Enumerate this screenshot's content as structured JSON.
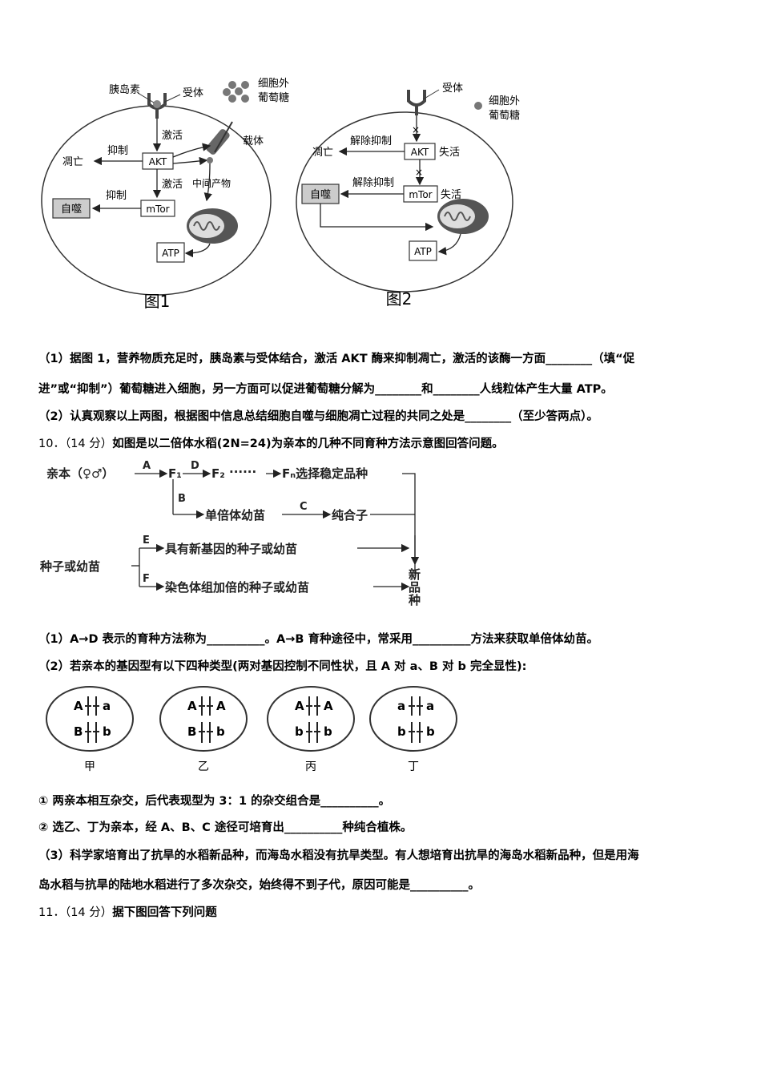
{
  "fig1": {
    "caption": "图1",
    "insulin": "胰岛素",
    "receptor": "受体",
    "extracellular_glucose": "细胞外葡萄糖",
    "carrier": "载体",
    "activate1": "激活",
    "activate2": "激活",
    "inhibit1": "抑制",
    "inhibit2": "抑制",
    "apoptosis": "凋亡",
    "akt": "AKT",
    "mtor": "mTor",
    "autophagy": "自噬",
    "intermediate": "中间产物",
    "atp": "ATP"
  },
  "fig2": {
    "caption": "图2",
    "receptor": "受体",
    "extracellular_glucose": "细胞外葡萄糖",
    "release1": "解除抑制",
    "release2": "解除抑制",
    "inactive1": "失活",
    "inactive2": "失活",
    "apoptosis": "凋亡",
    "akt": "AKT",
    "mtor": "mTor",
    "autophagy": "自噬",
    "atp": "ATP"
  },
  "q9": {
    "p1_line1": "（1）据图 1，营养物质充足时，胰岛素与受体结合，激活 AKT 酶来抑制凋亡，激活的该酶一方面________（填“促",
    "p1_line2": "进”或“抑制”）葡萄糖进入细胞，另一方面可以促进葡萄糖分解为________和________人线粒体产生大量 ATP。",
    "p2": "（2）认真观察以上两图，根据图中信息总结细胞自噬与细胞凋亡过程的共同之处是________（至少答两点）。"
  },
  "q10": {
    "number": "10．（14 分）",
    "title": "如图是以二倍体水稻(2N=24)为亲本的几种不同育种方法示意图回答问题。",
    "diagram": {
      "parent": "亲本（♀♂）",
      "A": "A",
      "B": "B",
      "C": "C",
      "D": "D",
      "E": "E",
      "F": "F",
      "f1": "F₁",
      "f2": "F₂",
      "dots": "······",
      "fn_select": "Fₙ选择稳定品种",
      "haploid": "单倍体幼苗",
      "pure": "纯合子",
      "seed": "种子或幼苗",
      "new_gene": "具有新基因的种子或幼苗",
      "doubled": "染色体组加倍的种子或幼苗",
      "new_variety": [
        "新",
        "品",
        "种"
      ]
    },
    "p1": "（1）A→D 表示的育种方法称为__________。A→B 育种途径中，常采用__________方法来获取单倍体幼苗。",
    "p2": "（2）若亲本的基因型有以下四种类型(两对基因控制不同性状，且 A 对 a、B 对 b 完全显性):",
    "cells": [
      {
        "name": "甲",
        "top": [
          "A",
          "a"
        ],
        "bottom": [
          "B",
          "b"
        ]
      },
      {
        "name": "乙",
        "top": [
          "A",
          "A"
        ],
        "bottom": [
          "B",
          "b"
        ]
      },
      {
        "name": "丙",
        "top": [
          "A",
          "A"
        ],
        "bottom": [
          "b",
          "b"
        ]
      },
      {
        "name": "丁",
        "top": [
          "a",
          "a"
        ],
        "bottom": [
          "b",
          "b"
        ]
      }
    ],
    "s1": "① 两亲本相互杂交，后代表现型为 3：1 的杂交组合是__________。",
    "s2": "② 选乙、丁为亲本，经 A、B、C 途径可培育出__________种纯合植株。",
    "p3_line1": "（3）科学家培育出了抗旱的水稻新品种，而海岛水稻没有抗旱类型。有人想培育出抗旱的海岛水稻新品种，但是用海",
    "p3_line2": "岛水稻与抗旱的陆地水稻进行了多次杂交，始终得不到子代，原因可能是__________。"
  },
  "q11": {
    "number": "11．（14 分）",
    "title": "据下图回答下列问题"
  }
}
